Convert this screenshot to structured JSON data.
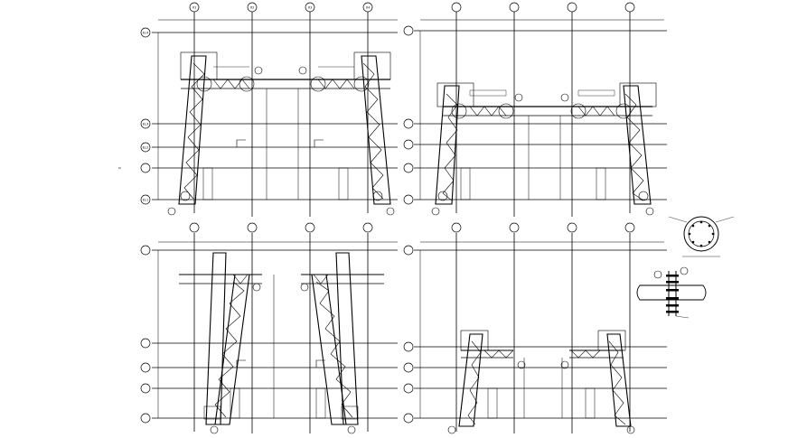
{
  "drawing": {
    "line_color": "#000000",
    "background": "#ffffff",
    "grid_tags": {
      "col_1": "X1",
      "col_2": "X2",
      "col_3": "X3",
      "col_4": "X4",
      "lvl_1": "EL1",
      "lvl_2": "EL2",
      "lvl_3": "EL3",
      "lvl_4": "EL4"
    }
  }
}
